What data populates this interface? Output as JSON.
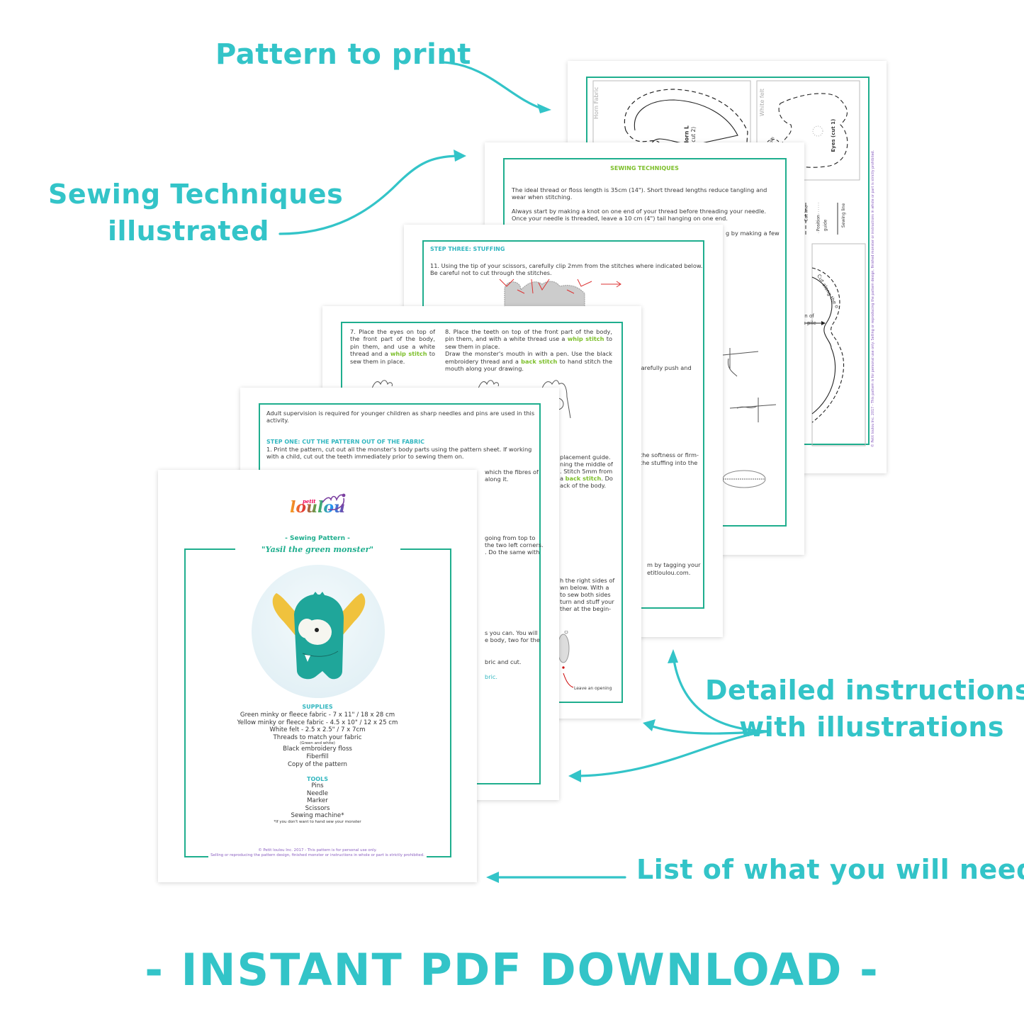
{
  "callouts": {
    "pattern_to_print": "Pattern to print",
    "sewing_techniques_line1": "Sewing Techniques",
    "sewing_techniques_line2": "illustrated",
    "detailed_line1": "Detailed instructions",
    "detailed_line2": "with illustrations",
    "list_needed": "List of what you will need"
  },
  "banner": "- INSTANT PDF DOWNLOAD -",
  "colors": {
    "accent": "#33c4c8",
    "frame_green": "#1fae8e",
    "stitch_green": "#7cbf2a",
    "footer_purple": "#8a5fc0"
  },
  "pattern_page": {
    "label_horn_fabric": "Horn Fabric",
    "label_horn": "Horn L",
    "label_horn_cut": "(cut 2)",
    "label_white_felt": "White felt",
    "label_tooth": "Tooth",
    "label_eyes": "Eyes (cut 1)",
    "legend_cut": "Cut line",
    "legend_position": "Position guide",
    "legend_sewing": "Sewing line",
    "cut_along": "Cut along the o",
    "fabric_pile_1": "on of",
    "fabric_pile_2": "ic pile",
    "side_footer": "© Petit loulou Inc. 2017 - This pattern is for personal use only. Selling or reproducing the pattern design, finished monster or instructions in whole or part is strictly prohibited."
  },
  "techniques_page": {
    "heading": "SEWING TECHNIQUES",
    "para1": "The ideal thread or floss length is 35cm (14\"). Short thread lengths reduce tangling and wear when stitching.",
    "para2a": "Always start by making a knot on one end of your thread before threading your needle.",
    "para2b": "Once your needle is threaded,  leave a 10 cm (4\") tail hanging on one end.",
    "para3_fragment": "g by making a few"
  },
  "stuffing_page": {
    "heading": "STEP THREE: STUFFING",
    "step11a": "11. Using the tip of your scissors, carefully clip 2mm from the stitches where indicated below.",
    "step11b": "Be careful not to cut through the stitches.",
    "fragment1": "carefully push and",
    "fragment2a": "the softness or firm-",
    "fragment2b": "the stuffing into the",
    "fragment3a": "m by tagging your",
    "fragment3b": "etitloulou.com."
  },
  "eyes_page": {
    "step7": "7. Place the eyes on top of the front part of the body, pin them, and use a white thread and a",
    "step7_stitch": "whip stitch",
    "step7_end": "to sew them in place.",
    "step8a": "8. Place the teeth on top of the front part of the body, pin them, and with a white thread use a",
    "step8_stitch1": "whip stitch",
    "step8b": "to sew them in place.",
    "step8c": "Draw the monster's mouth in with a pen. Use the black embroidery thread and a",
    "step8_stitch2": "back stitch",
    "step8d": "to hand stitch the mouth along your drawing.",
    "frag_a1": "placement guide.",
    "frag_a2": "ning the middle of",
    "frag_a3": ". Stitch 5mm from",
    "frag_a4_pre": "a",
    "frag_a4_stitch": "back stitch",
    "frag_a4_post": ". Do",
    "frag_a5": "ack of the body.",
    "frag_b1": "h the right sides of",
    "frag_b2": "wn below. With a",
    "frag_b3": "to sew both sides",
    "frag_b4": "turn and stuff your",
    "frag_b5": "ther at the begin-",
    "leave_opening": "Leave an opening"
  },
  "cut_page": {
    "intro": "Adult supervision is required for younger children as sharp needles and pins are used in this activity.",
    "heading": "STEP ONE: CUT THE PATTERN OUT OF THE FABRIC",
    "step1": "1. Print the pattern, cut out all the monster's body parts using the pattern sheet. If working with a child, cut out the teeth immediately prior to sewing them on.",
    "frag1": "which the fibres of",
    "frag2": "along it.",
    "frag3": "going from top to",
    "frag4": "the two left corners.",
    "frag5": ". Do the same with",
    "frag6": "s you can. You will",
    "frag7": "e body, two for the",
    "frag8": "bric and cut.",
    "frag9": "bric."
  },
  "cover_page": {
    "logo_small": "petit",
    "logo_main": "loulou",
    "subtitle": "- Sewing Pattern -",
    "title": "\"Yasil the green monster\"",
    "supplies_heading": "SUPPLIES",
    "supplies": [
      "Green minky or fleece fabric - 7 x 11\" / 18 x 28 cm",
      "Yellow minky or fleece fabric - 4.5 x 10\" / 12 x 25 cm",
      "White felt - 2.5 x 2.5\" / 7 x 7cm",
      "Threads to match your fabric",
      "Black embroidery floss",
      "Fiberfill",
      "Copy of the pattern"
    ],
    "threads_note": "(Green and white)",
    "tools_heading": "TOOLS",
    "tools": [
      "Pins",
      "Needle",
      "Marker",
      "Scissors",
      "Sewing machine*"
    ],
    "tools_note": "*If you don't want to hand sew your monster",
    "footer1": "© Petit loulou Inc. 2017 - This pattern is for personal use only.",
    "footer2": "Selling or reproducing the pattern design, finished monster or instructions in whole or part is strictly prohibited."
  }
}
